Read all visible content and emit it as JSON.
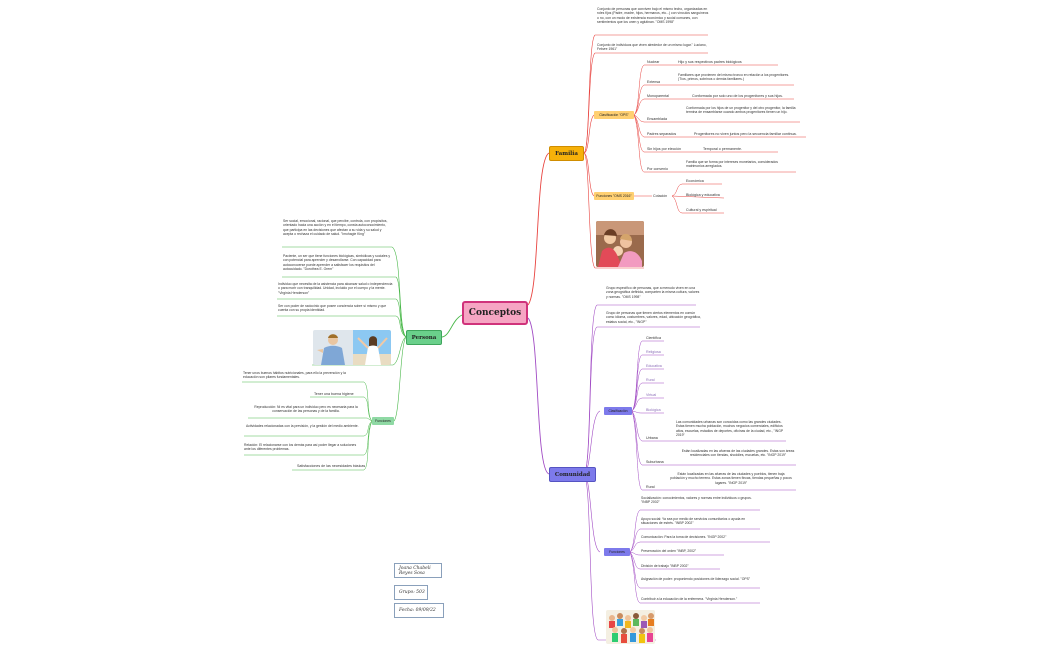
{
  "central": "Conceptos",
  "familia": {
    "label": "Familia",
    "def1": "Conjunto de personas que conviven bajo el mismo techo, organizadas en roles fijos (Padre, madre, hijos, hermanos, etc...) con vínculos sanguíneos o no, con un modo de existencia económico y social comunes, con sentimientos que los unen y aglutinan. \"OMS 1998\"",
    "def2": "Conjunto de individuos que viven alrededor de un mismo lugar.\" Luciano, Febvre 1961\"",
    "clasificacion": {
      "label": "Clasificación \"OPS\"",
      "items": [
        {
          "name": "Nuclear",
          "desc": "Hijo y sus respectivos padres biológicos"
        },
        {
          "name": "Extensa",
          "desc": "Familiares que provienen del mismo tronco en relación a los progenitores. (Tíos, primos, sobrinos o demás familiares.)"
        },
        {
          "name": "Monoparental",
          "desc": "Conformada por solo uno de los progenitores y sus hijos."
        },
        {
          "name": "Ensamblada",
          "desc": "Conformada por los hijos de un progenitor y del otro progenitor, la familia termina de ensamblarse cuando ambos progenitores tienen un hijo."
        },
        {
          "name": "Padres separados",
          "desc": "Progenitores no viven juntos pero la secuencia familiar continua."
        },
        {
          "name": "Sin hijos por elección",
          "desc": "Temporal o permanente."
        },
        {
          "name": "Por convenio",
          "desc": "Familia que se forma por intereses monetarios, considerados matrimonios arreglados."
        }
      ]
    },
    "funciones": {
      "label": "Funciones \"OMS 2016\"",
      "mid": "Cotación",
      "items": [
        "Económica",
        "Biológica y educativa",
        "Cultural y espiritual"
      ]
    }
  },
  "comunidad": {
    "label": "Comunidad",
    "def1": "Grupo específico de personas, que a menudo viven en una zona geográfica definida, comparten la misma cultura, valores y normas. \"OMS 1998\"",
    "def2": "Grupo de personas que tienen ciertos elementos en común como idioma, costumbres, valores, edad, ubicación geográfica, estatus social, etc.,  \"INGP\"",
    "clasificacion": {
      "label": "Clasificación",
      "simple": [
        "Científica",
        "Religiosa",
        "Educativa",
        "Rural",
        "Virtual",
        "Biológica"
      ],
      "urbana_name": "Urbana",
      "urbana_desc": "Las comunidades urbanas son conocidas como las grandes ciudades. Estas tienen mucha población, muchos negocios comerciales, edificios altos, escuelas, estadios de deportes, oficinas de la ciudad, etc., \"INGP 2019\"",
      "suburbana_name": "Suburbana",
      "suburbana_desc": "Están localizadas en las afueras de las ciudades grandes. Estas son áreas residenciales con tiendas, shoddies, escuelas, etc. \"INGP 2019\"",
      "rural_name": "Rural",
      "rural_desc": "Están localizadas en las afueras de las ciudades y pueblos, tienen baja población y mucho terreno. Estas zonas tienen fincas, tiendas pequeñas y pocos lugares.  \"INGP 2019\""
    },
    "funciones": {
      "label": "Funciones",
      "items": [
        "Socialización: conocimientos,  valores y normas entre individuos o grupos. \"INBP 2002\"",
        "Apoyo social: Ya sea por medio de servicios comunitarios o ayuda en situaciones de estrés. \"INBP 2002\"",
        "Comunicación: Para la toma de decisiones. \"INGP 2002\"",
        "Preservación del orden \"INBP, 2002\"",
        "División de trabajo \"INBP 2002\"",
        "Asignación de poder: proponiendo posiciones de liderazgo social.   \"OPS\"",
        "Contribuir a la educación de la enfermera. \"Virginia Henderson.\""
      ]
    }
  },
  "persona": {
    "label": "Persona",
    "defs": [
      "Ser social, emocional, racional, que percibe, controla, con propósitos, orientado hacia una acción y en el tiempo, consta autoconocimiento, que participa en las decisiones que afectan a su vida y su salud y acepta o rechaza el cuidado de salud. \"Imohagie King\"",
      "Paciente, un ser que tiene funciones biológicas, simbólicas y sociales y con potencial para aprender y desarrollarse. Con capacidad para autoconocerse puede aprender a satisfacer los requisitos del autocuidado. \"Dorothea E. Orem\"",
      "Individuo que necesita de la asistencia para alcanzar salud o independencia o para morir con tranquilidad.  Unidad, incluido por el cuerpo y la mente. \"Virginia Henderson\"",
      "Ser con poder de raciocinio que posee conciencia sobre sí mismo y que cuenta con su propia identidad."
    ],
    "funciones": {
      "label": "Funciones",
      "intro": "Tener unos buenos hábitos nutricionales, para ello la prevención y la educación son pilares fundamentales.",
      "items": [
        "Tener una buena higiene",
        "Reproducción: Ni es vital para un individuo pero es necesaria para la conservación de las personas y de la familia.",
        "Actividades relacionadas con la previsión,  y la gestión del medio ambiente.",
        "Relación: El relacionarse con los demás para así poder llegar a soluciones  ante los diferentes problemas.",
        "Satisfacciones de las necesidades básicas"
      ]
    }
  },
  "footer": {
    "name": "Joana Chabeli Reyes Sosa",
    "grupo": "Grupo: 503",
    "fecha": "Fecha: 09/09/22"
  },
  "colors": {
    "central": "#f6a5c3",
    "familia": "#f6b10a",
    "familia_line": "#e8433f",
    "comunidad": "#7d7aeb",
    "comunidad_line": "#a14bc4",
    "persona": "#6ad08b",
    "persona_line": "#4ab84a"
  }
}
